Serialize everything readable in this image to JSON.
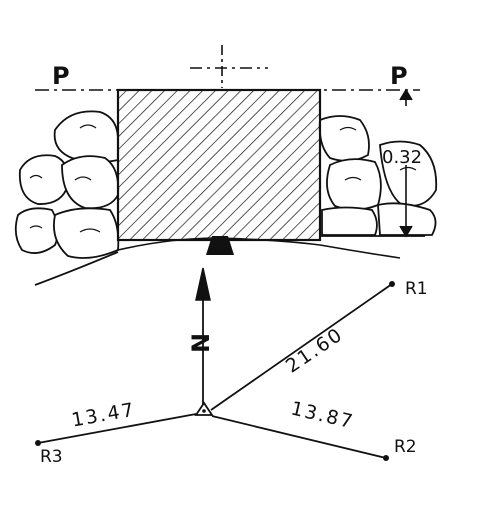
{
  "plane_labels": {
    "left": "P",
    "right": "P"
  },
  "height_offset": "0.32",
  "north_label": "N",
  "reference_points": {
    "r1": "R1",
    "r2": "R2",
    "r3": "R3"
  },
  "distances": {
    "to_r1": "21.60",
    "to_r2": "13.87",
    "to_r3": "13.47"
  },
  "colors": {
    "ink": "#111111",
    "paper": "#ffffff"
  }
}
